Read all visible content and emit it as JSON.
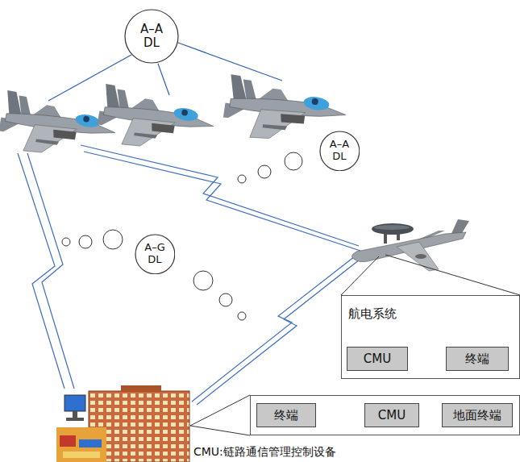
{
  "diagram": {
    "nodes": [
      {
        "text": [
          "A–A DL"
        ]
      },
      {
        "text": [
          "A–A DL"
        ]
      },
      {
        "text": [
          "A–G DL"
        ]
      },
      {
        "text": [
          "航电系统"
        ]
      },
      {
        "text": [
          "CMU"
        ],
        "in": 3
      },
      {
        "text": [
          "终端"
        ],
        "in": 3
      },
      {
        "text": []
      },
      {
        "text": [
          "终端"
        ],
        "in": 6
      },
      {
        "text": [
          "CMU"
        ],
        "in": 6
      },
      {
        "text": [
          "地面终端"
        ],
        "in": 6
      }
    ],
    "edges": [
      {
        "from": 3,
        "to": 4,
        "arrow": "both"
      },
      {
        "from": 4,
        "to": 5,
        "arrow": "none"
      },
      {
        "from": 7,
        "to": 8,
        "arrow": "none"
      },
      {
        "from": 8,
        "to": 9,
        "arrow": "both"
      }
    ],
    "labels": [
      "CMU:链路通信管理控制设备"
    ]
  }
}
